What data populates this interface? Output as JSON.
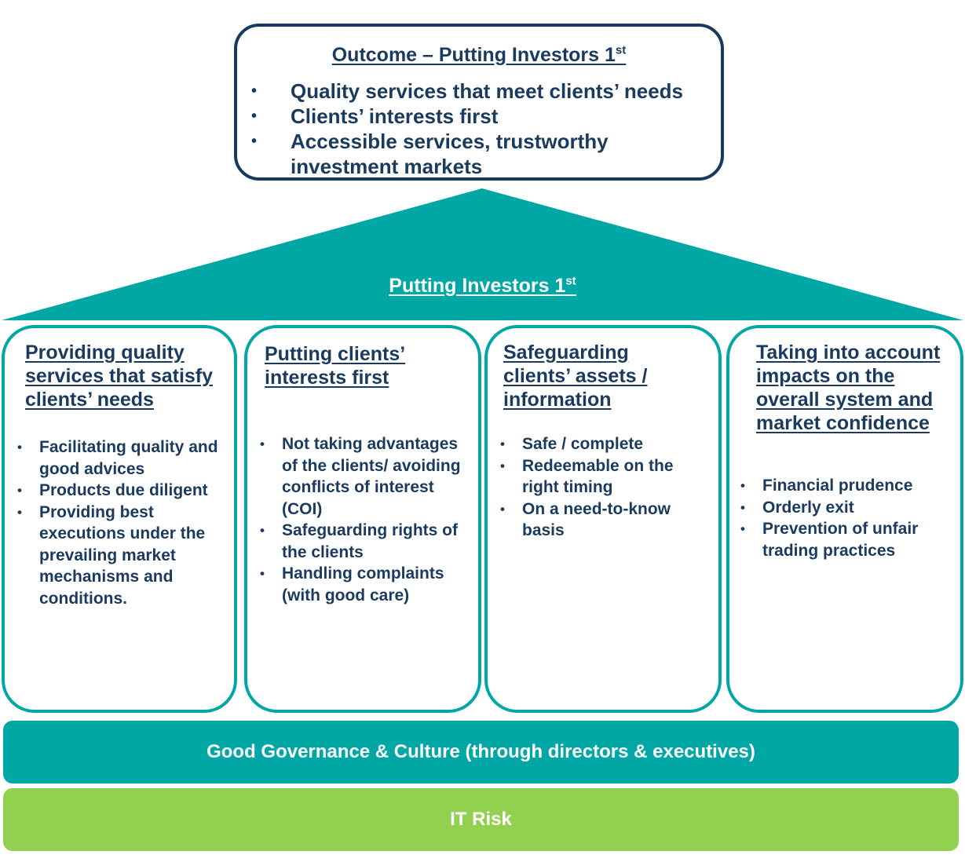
{
  "outcome": {
    "title": "Outcome – Putting Investors 1",
    "title_sup": "st",
    "bullets": [
      "Quality services that meet clients’ needs",
      "Clients’ interests first",
      "Accessible services, trustworthy investment markets"
    ]
  },
  "roof": {
    "label": "Putting Investors 1",
    "label_sup": "st",
    "color": "#00a7a5"
  },
  "pillars": [
    {
      "title": "Providing quality services that satisfy clients’ needs",
      "items": [
        "Facilitating quality and good advices",
        " Products due diligent",
        "Providing best executions under the prevailing market mechanisms and conditions."
      ]
    },
    {
      "title": "Putting clients’ interests first",
      "items": [
        "Not taking advantages of the clients/ avoiding conflicts of interest (COI)",
        "Safeguarding rights of the clients",
        " Handling complaints (with good care)"
      ]
    },
    {
      "title": "Safeguarding clients’ assets / information",
      "items": [
        "Safe / complete",
        "Redeemable on the right timing",
        "On a need-to-know basis"
      ]
    },
    {
      "title": "Taking into account impacts on the overall system and market confidence",
      "items": [
        "Financial prudence",
        "Orderly exit",
        "Prevention of unfair trading practices"
      ]
    }
  ],
  "foundation": {
    "governance": "Good Governance & Culture (through directors  & executives)",
    "it_risk": "IT Risk"
  },
  "colors": {
    "navy": "#163a5f",
    "teal": "#00a7a5",
    "green": "#92d050",
    "text": "#1a3a5e"
  }
}
